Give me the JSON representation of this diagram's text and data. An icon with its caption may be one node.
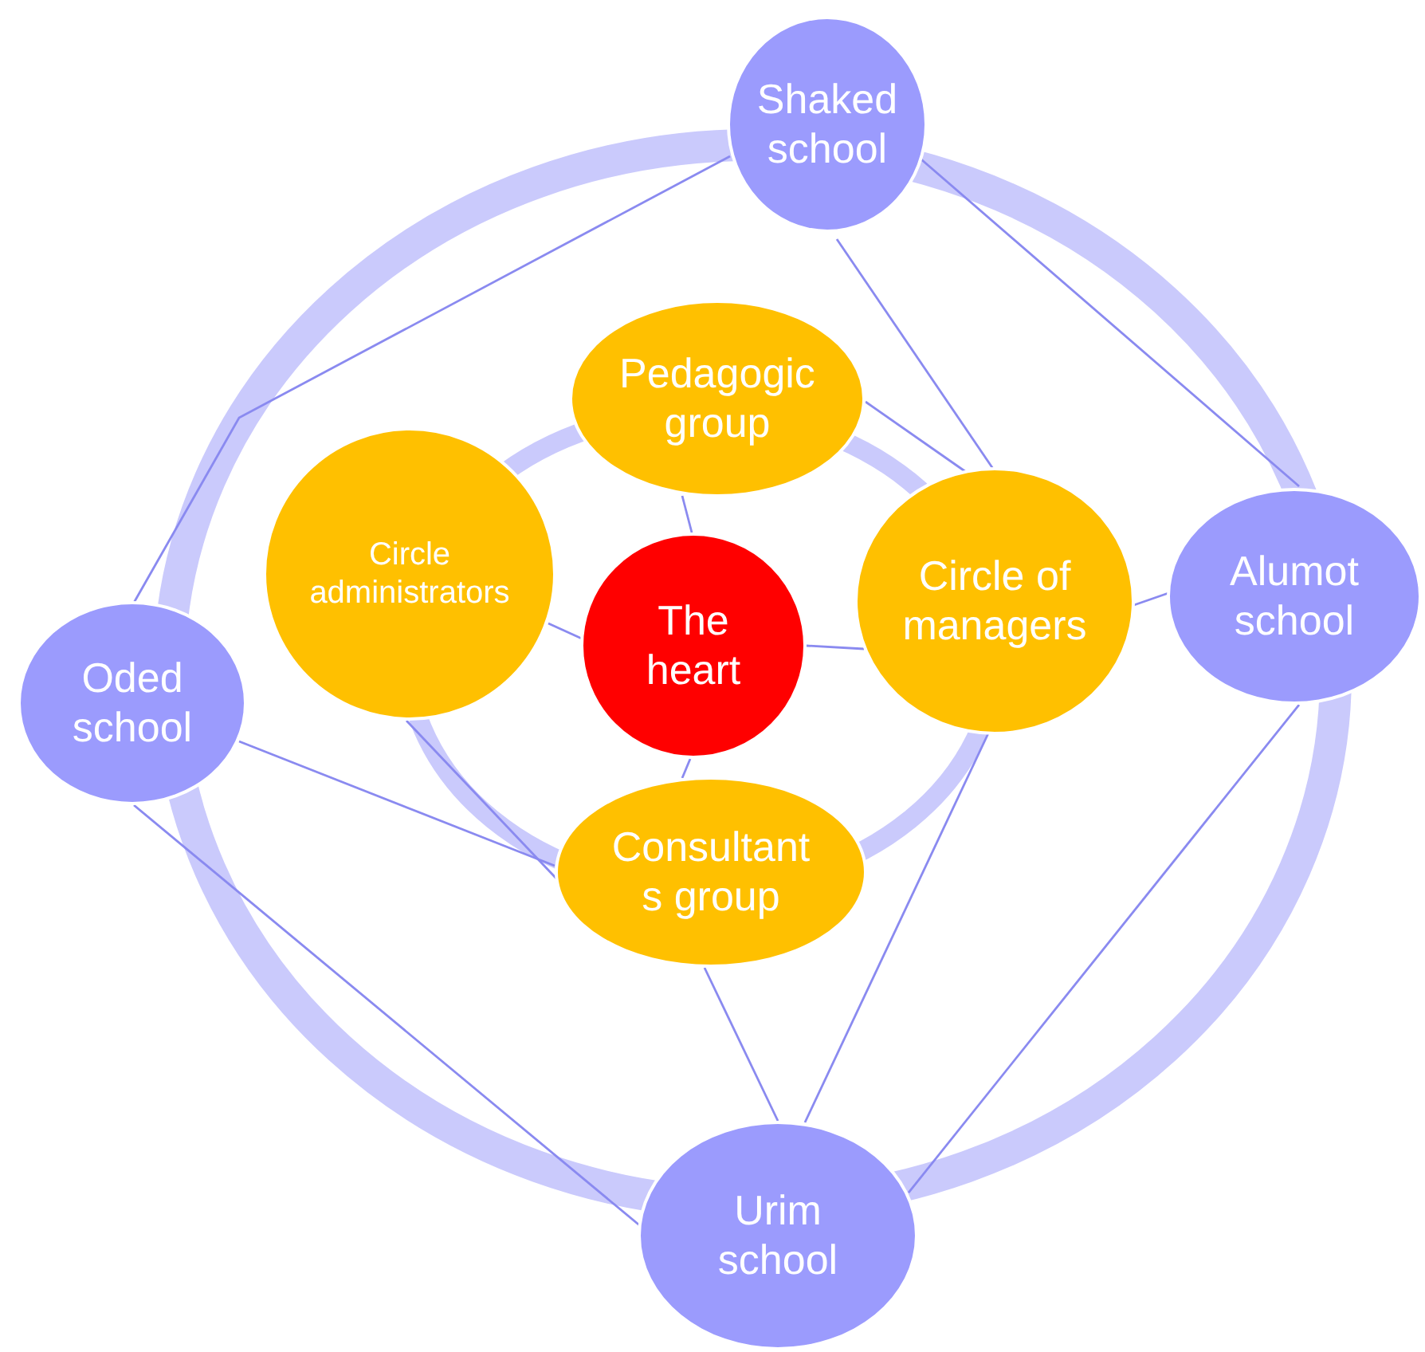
{
  "diagram": {
    "nodes": [
      {
        "text": [
          "Shaked school"
        ]
      },
      {
        "text": [
          "Pedagogic group"
        ]
      },
      {
        "text": [
          "Circle administrators"
        ]
      },
      {
        "text": [
          "The heart"
        ]
      },
      {
        "text": [
          "Circle of managers"
        ]
      },
      {
        "text": [
          "Alumot school"
        ]
      },
      {
        "text": [
          "Oded school"
        ]
      },
      {
        "text": [
          "Consultant s group"
        ]
      },
      {
        "text": [
          "Urim school"
        ]
      }
    ],
    "edges": [
      {
        "from": 0,
        "to": 6,
        "arrow": "none"
      },
      {
        "from": 0,
        "to": 4,
        "arrow": "none"
      },
      {
        "from": 0,
        "to": 5,
        "arrow": "none"
      },
      {
        "from": 1,
        "to": 4,
        "arrow": "none"
      },
      {
        "from": 1,
        "to": 3,
        "arrow": "none"
      },
      {
        "from": 2,
        "to": 3,
        "arrow": "none"
      },
      {
        "from": 4,
        "to": 3,
        "arrow": "none"
      },
      {
        "from": 7,
        "to": 3,
        "arrow": "none"
      },
      {
        "from": 4,
        "to": 5,
        "arrow": "none"
      },
      {
        "from": 6,
        "to": 7,
        "arrow": "none"
      },
      {
        "from": 2,
        "to": 7,
        "arrow": "none"
      },
      {
        "from": 6,
        "to": 8,
        "arrow": "none"
      },
      {
        "from": 7,
        "to": 8,
        "arrow": "none"
      },
      {
        "from": 4,
        "to": 8,
        "arrow": "none"
      },
      {
        "from": 5,
        "to": 8,
        "arrow": "none"
      }
    ]
  }
}
